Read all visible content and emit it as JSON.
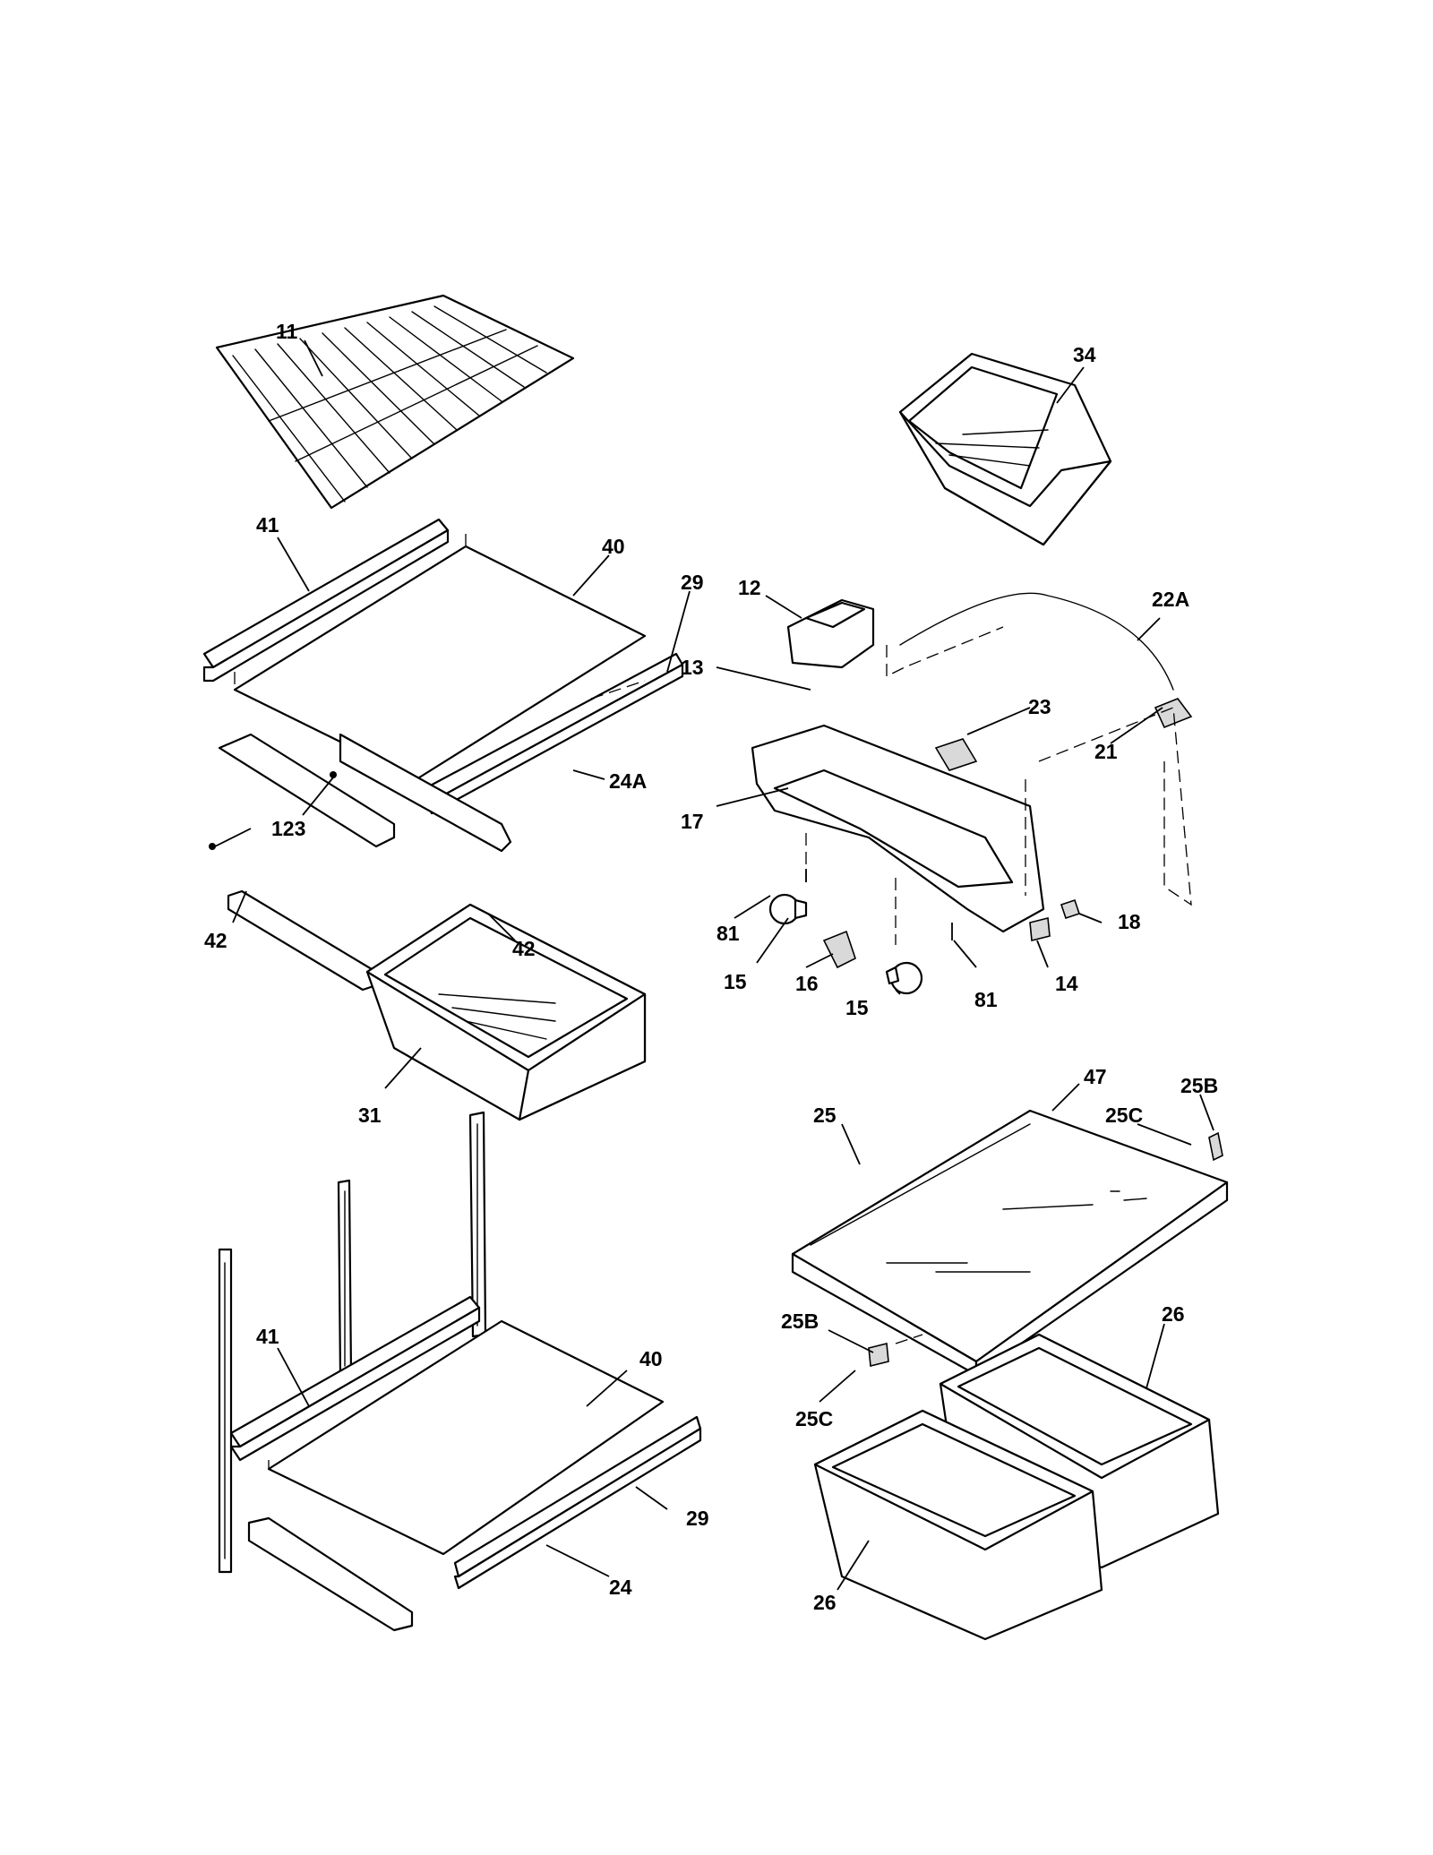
{
  "callouts": [
    "11",
    "34",
    "41",
    "40",
    "29",
    "12",
    "22A",
    "13",
    "23",
    "21",
    "24A",
    "17",
    "123",
    "42",
    "42",
    "81",
    "18",
    "15",
    "16",
    "14",
    "81",
    "15",
    "31",
    "47",
    "25B",
    "25",
    "25C",
    "41",
    "25B",
    "26",
    "40",
    "25C",
    "29",
    "24",
    "26"
  ]
}
